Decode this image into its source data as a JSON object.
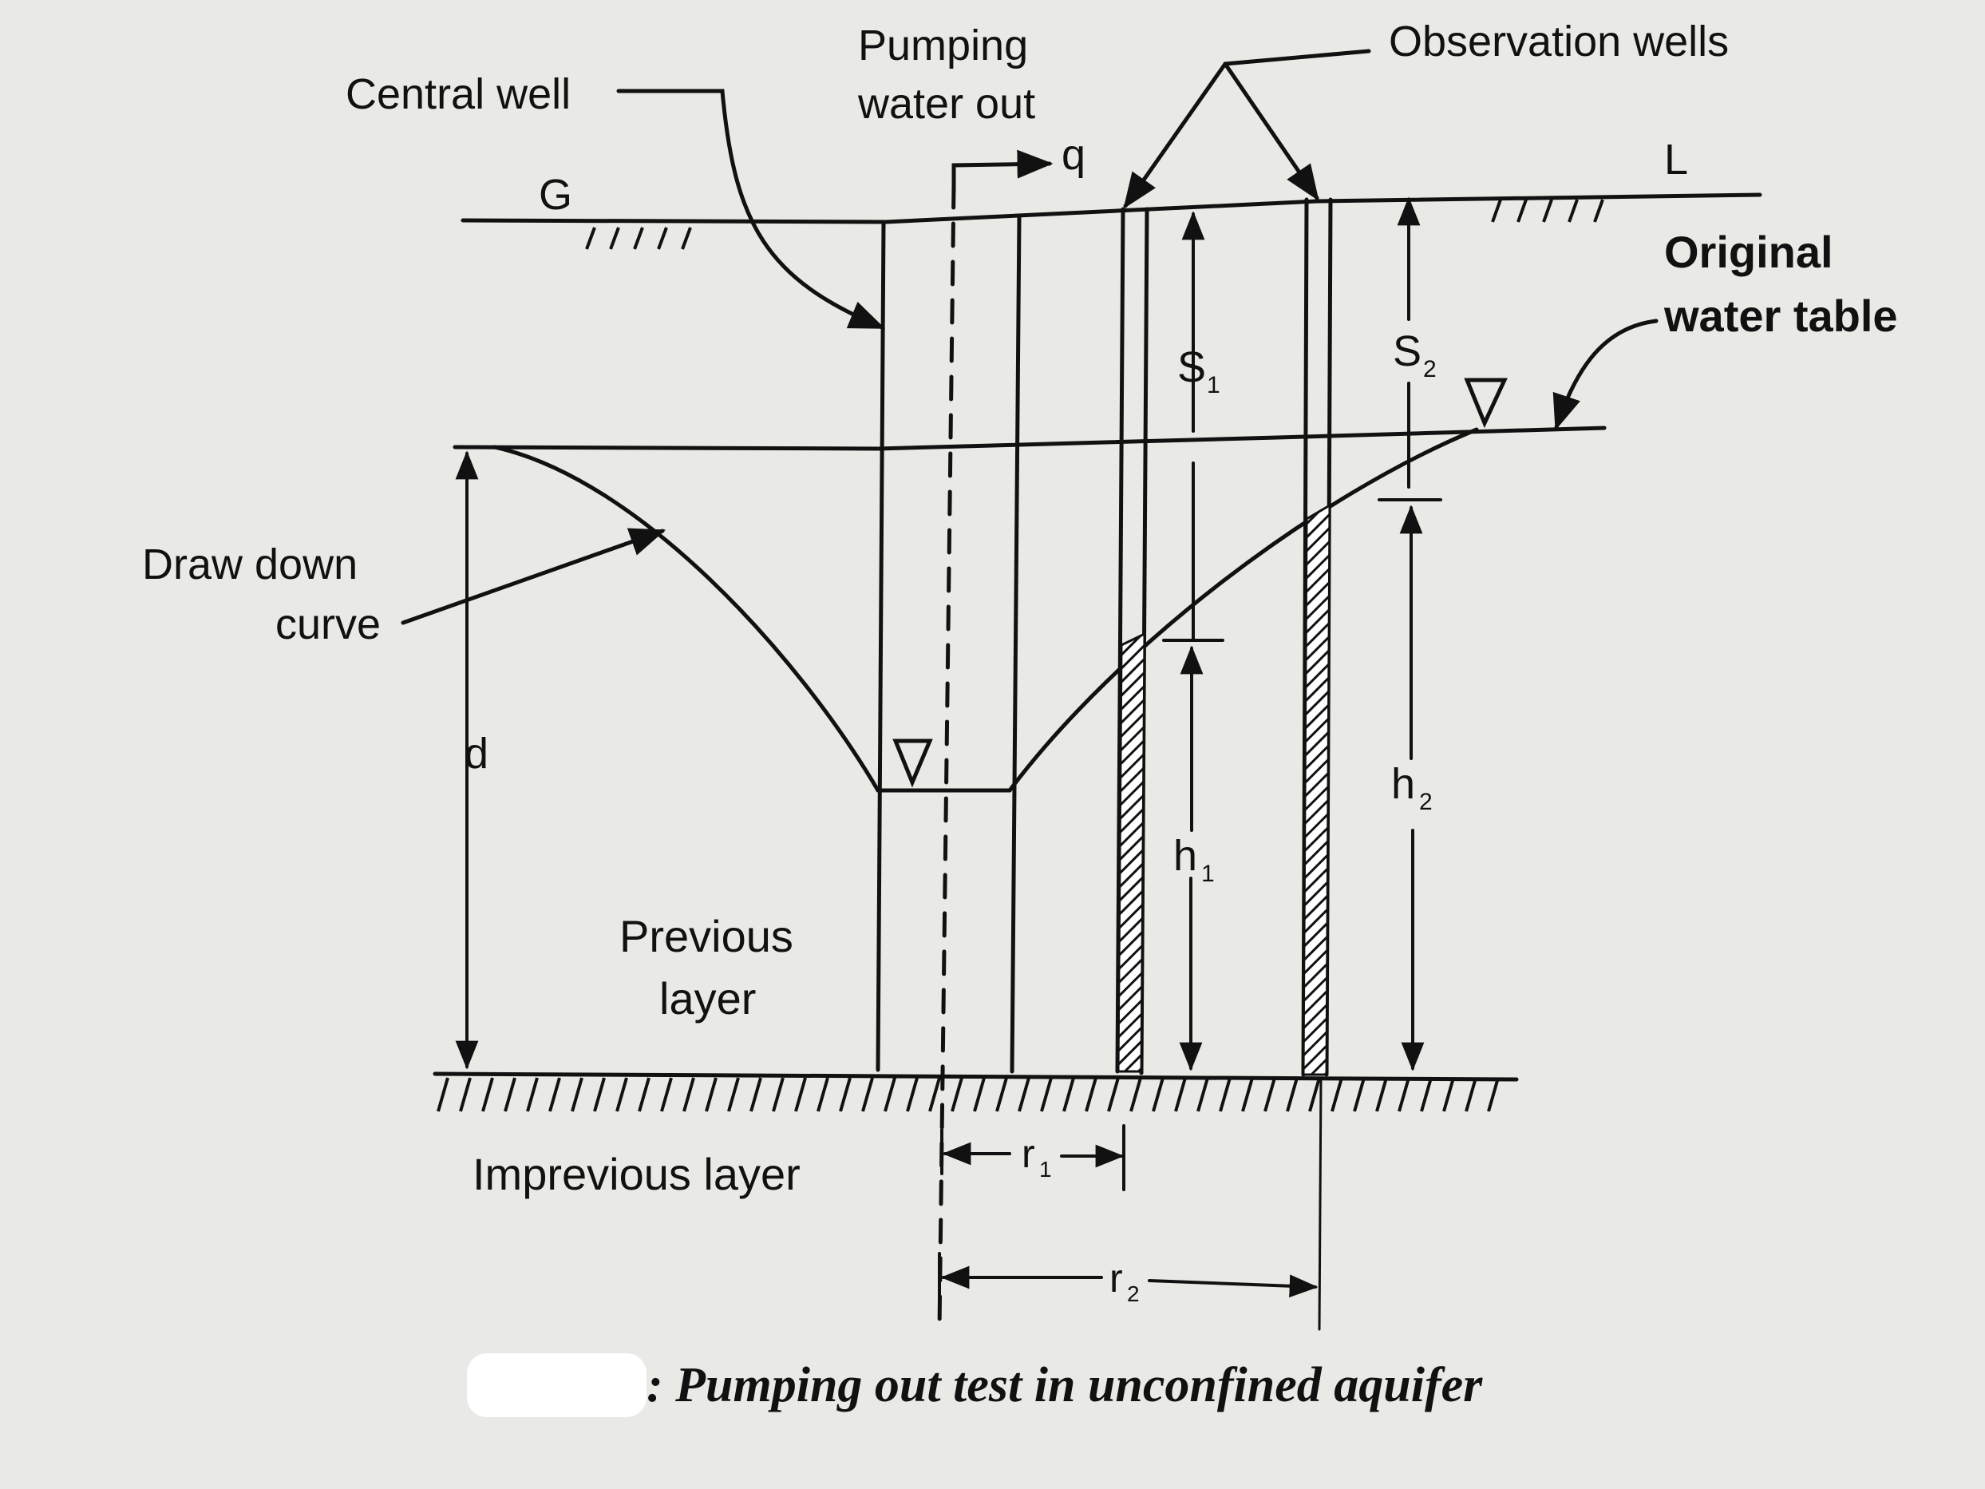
{
  "labels": {
    "central_well": "Central well",
    "pumping_line1": "Pumping",
    "pumping_line2": "water out",
    "q": "q",
    "observation_wells": "Observation wells",
    "g": "G",
    "l": "L",
    "original_wt_line1": "Original",
    "original_wt_line2": "water table",
    "s1": "S",
    "s1_sub": "1",
    "s2": "S",
    "s2_sub": "2",
    "draw_down_line1": "Draw down",
    "draw_down_line2": "curve",
    "d": "d",
    "h1": "h",
    "h1_sub": "1",
    "h2": "h",
    "h2_sub": "2",
    "previous_line1": "Previous",
    "previous_line2": "layer",
    "impervious": "Imprevious layer",
    "r1": "r",
    "r1_sub": "1",
    "r2": "r",
    "r2_sub": "2",
    "caption": ": Pumping out test in unconfined  aquifer"
  }
}
